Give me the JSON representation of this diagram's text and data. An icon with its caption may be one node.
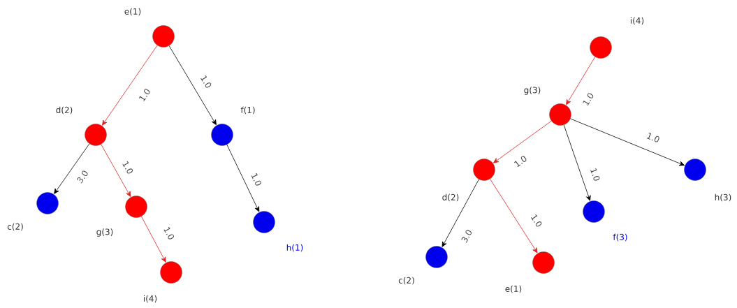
{
  "diagram": {
    "nodes": [
      {
        "text": [
          "e(1)"
        ]
      },
      {
        "text": [
          "d(2)"
        ]
      },
      {
        "text": [
          "f(1)"
        ]
      },
      {
        "text": [
          "c(2)"
        ]
      },
      {
        "text": [
          "g(3)"
        ]
      },
      {
        "text": [
          "h(1)"
        ]
      },
      {
        "text": [
          "i(4)"
        ]
      },
      {
        "text": [
          "i(4)"
        ]
      },
      {
        "text": [
          "g(3)"
        ]
      },
      {
        "text": [
          "d(2)"
        ]
      },
      {
        "text": [
          "f(3)"
        ]
      },
      {
        "text": [
          "h(3)"
        ]
      },
      {
        "text": [
          "c(2)"
        ]
      },
      {
        "text": [
          "e(1)"
        ]
      }
    ],
    "edges": [
      {
        "from": 0,
        "to": 1,
        "arrow": "to",
        "label": "1.0",
        "color": "#e02020"
      },
      {
        "from": 0,
        "to": 2,
        "arrow": "to",
        "label": "1.0",
        "color": "#000000"
      },
      {
        "from": 1,
        "to": 3,
        "arrow": "to",
        "label": "3.0",
        "color": "#000000"
      },
      {
        "from": 1,
        "to": 4,
        "arrow": "to",
        "label": "1.0",
        "color": "#e02020"
      },
      {
        "from": 2,
        "to": 5,
        "arrow": "to",
        "label": "1.0",
        "color": "#000000"
      },
      {
        "from": 4,
        "to": 6,
        "arrow": "to",
        "label": "1.0",
        "color": "#e02020"
      },
      {
        "from": 7,
        "to": 8,
        "arrow": "to",
        "label": "1.0",
        "color": "#e02020"
      },
      {
        "from": 8,
        "to": 9,
        "arrow": "to",
        "label": "1.0",
        "color": "#e02020"
      },
      {
        "from": 8,
        "to": 10,
        "arrow": "to",
        "label": "1.0",
        "color": "#000000"
      },
      {
        "from": 8,
        "to": 11,
        "arrow": "to",
        "label": "1.0",
        "color": "#000000"
      },
      {
        "from": 9,
        "to": 12,
        "arrow": "to",
        "label": "3.0",
        "color": "#000000"
      },
      {
        "from": 9,
        "to": 13,
        "arrow": "to",
        "label": "1.0",
        "color": "#e02020"
      }
    ]
  }
}
